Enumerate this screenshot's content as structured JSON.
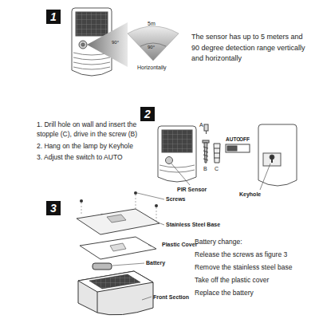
{
  "diagram": {
    "nodes": [
      {
        "text": [
          "1"
        ]
      },
      {
        "text": [
          "2"
        ]
      },
      {
        "text": [
          "3"
        ]
      }
    ],
    "labels": [
      "5m",
      "90°",
      "90°",
      "Horizontally",
      "The sensor has up to 5 meters and 90 degree detection range vertically and horizontally",
      "1. Drill hole on wall and insert the stopple (C), drive in the screw (B)",
      "2. Hang on the lamp by Keyhole",
      "3. Adjust the switch to AUTO",
      "A",
      "B",
      "C",
      "PIR Sensor",
      "AUTO",
      "OFF",
      "Keyhole",
      "Screws",
      "Stainless Steel Base",
      "Plastic Cover",
      "Battery",
      "Front Section",
      "Battery change:",
      "Release the screws as figure 3",
      "Remove the stainless steel base",
      "Take off the plastic cover",
      "Replace the battery"
    ]
  }
}
